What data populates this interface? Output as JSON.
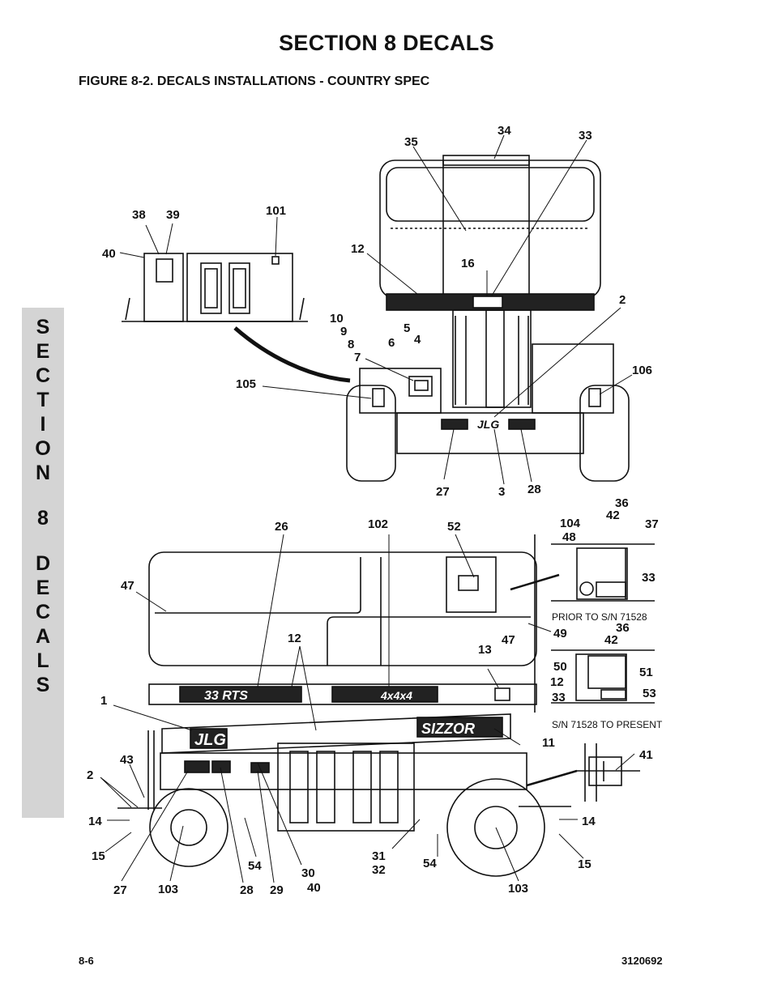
{
  "page": {
    "section_title": "SECTION 8  DECALS",
    "figure_title": "FIGURE 8-2.    DECALS INSTALLATIONS - COUNTRY SPEC",
    "side_tab": [
      "S",
      "E",
      "C",
      "T",
      "I",
      "O",
      "N",
      "8",
      "D",
      "E",
      "C",
      "A",
      "L",
      "S"
    ],
    "page_number": "8-6",
    "document_number": "3120692"
  },
  "diagram": {
    "notes": {
      "prior": "PRIOR TO S/N 71528",
      "present": "S/N 71528 TO PRESENT"
    },
    "logo_text": {
      "jlg": "JLG",
      "model": "33 RTS",
      "drive": "4x4x4",
      "sizzor": "SIZZOR"
    },
    "callouts": [
      "34",
      "35",
      "33",
      "38",
      "39",
      "101",
      "40",
      "12",
      "16",
      "2",
      "10",
      "9",
      "8",
      "5",
      "4",
      "6",
      "7",
      "105",
      "106",
      "27",
      "3",
      "28",
      "26",
      "102",
      "52",
      "104",
      "36",
      "42",
      "48",
      "37",
      "47",
      "33",
      "12",
      "13",
      "47",
      "49",
      "36",
      "42",
      "1",
      "50",
      "51",
      "12",
      "33",
      "53",
      "11",
      "41",
      "43",
      "2",
      "14",
      "14",
      "15",
      "15",
      "27",
      "103",
      "28",
      "29",
      "30",
      "40",
      "54",
      "31",
      "32",
      "54",
      "103"
    ]
  }
}
